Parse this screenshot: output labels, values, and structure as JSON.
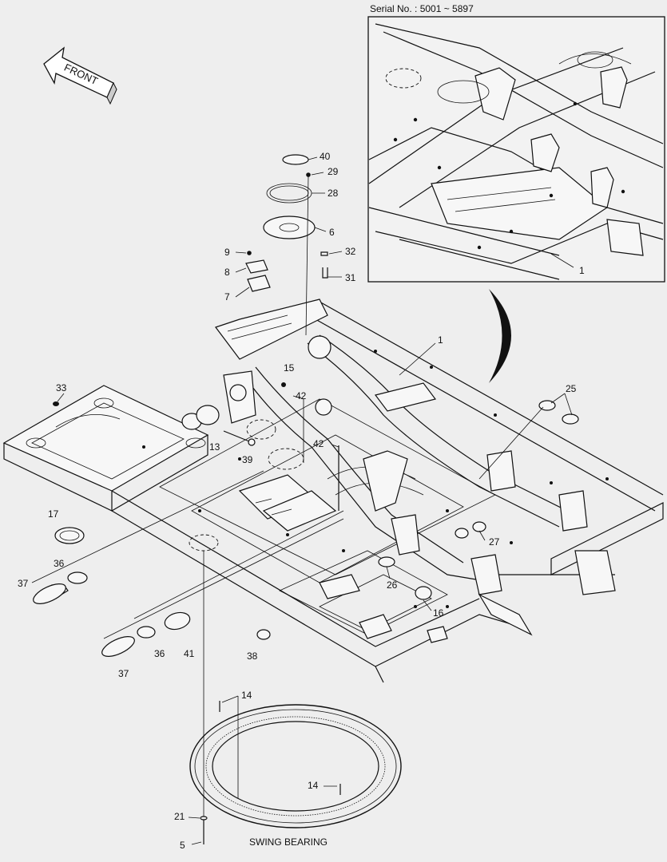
{
  "serial_label": "Serial No. : 5001 ~ 5897",
  "front_label": "FRONT",
  "swing_bearing_label": "SWING BEARING",
  "callouts": {
    "n1_inset": "1",
    "n1_main": "1",
    "n40": "40",
    "n29": "29",
    "n28": "28",
    "n6": "6",
    "n9": "9",
    "n8": "8",
    "n7": "7",
    "n32": "32",
    "n31": "31",
    "n15": "15",
    "n42a": "42",
    "n42b": "42",
    "n13": "13",
    "n39": "39",
    "n33": "33",
    "n25": "25",
    "n17": "17",
    "n36a": "36",
    "n37a": "37",
    "n26": "26",
    "n27": "27",
    "n16": "16",
    "n36b": "36",
    "n41": "41",
    "n37b": "37",
    "n38": "38",
    "n14a": "14",
    "n14b": "14",
    "n21": "21",
    "n5": "5"
  }
}
